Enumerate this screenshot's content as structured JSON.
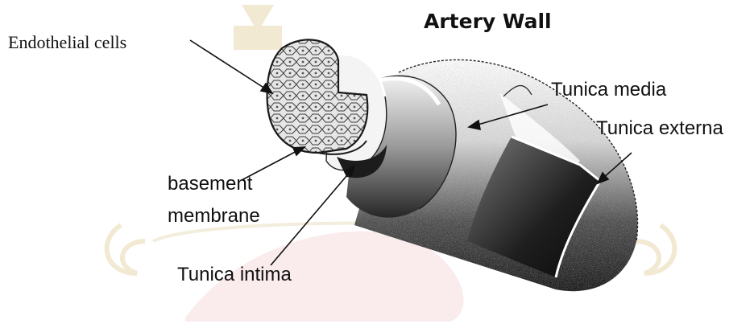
{
  "title": "Artery Wall",
  "labels": {
    "endothelial_cells": "Endothelial cells",
    "tunica_media": "Tunica media",
    "tunica_externa": "Tunica externa",
    "basement_membrane_line1": "basement",
    "basement_membrane_line2": "membrane",
    "tunica_intima": "Tunica intima"
  },
  "colors": {
    "ink": "#111111",
    "paper": "#ffffff",
    "watermark": "#e9d8b0",
    "watermark_pink": "#f6dcdf"
  }
}
